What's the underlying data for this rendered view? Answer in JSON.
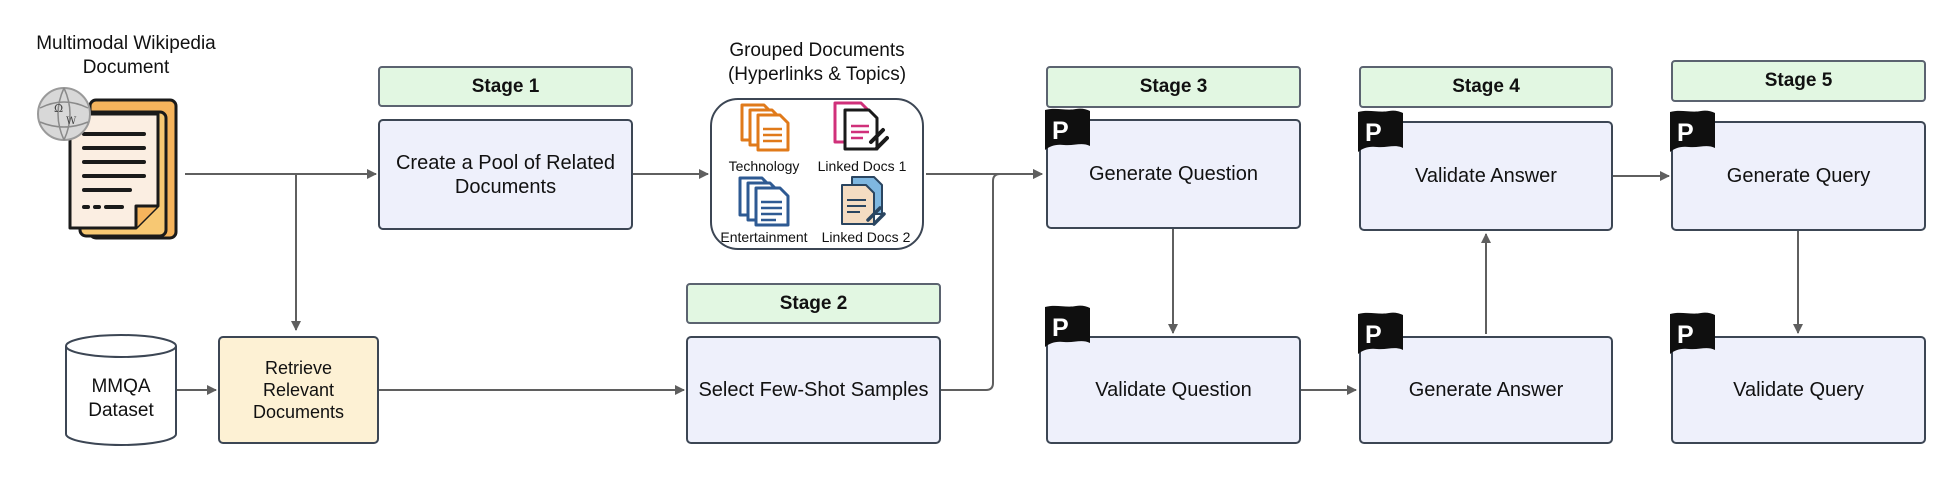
{
  "source_doc": {
    "label": "Multimodal Wikipedia Document"
  },
  "dataset": {
    "label": "MMQA Dataset"
  },
  "retrieve": {
    "label": "Retrieve Relevant Documents"
  },
  "grouped": {
    "title": "Grouped Documents (Hyperlinks & Topics)",
    "items": [
      {
        "label": "Technology",
        "icon": "orange-documents-icon",
        "color": "#e07a1a"
      },
      {
        "label": "Linked Docs 1",
        "icon": "pink-linked-documents-icon",
        "color": "#d0307a"
      },
      {
        "label": "Entertainment",
        "icon": "blue-documents-icon",
        "color": "#2e5a93"
      },
      {
        "label": "Linked Docs 2",
        "icon": "beige-linked-documents-icon",
        "color": "#6aaad6"
      }
    ]
  },
  "stages": [
    {
      "label": "Stage 1",
      "box": "Create a Pool of Related Documents"
    },
    {
      "label": "Stage 2",
      "box": "Select Few-Shot Samples"
    },
    {
      "label": "Stage 3",
      "boxes": [
        "Generate Question",
        "Validate Question"
      ]
    },
    {
      "label": "Stage 4",
      "boxes": [
        "Validate Answer",
        "Generate Answer"
      ]
    },
    {
      "label": "Stage 5",
      "boxes": [
        "Generate Query",
        "Validate Query"
      ]
    }
  ],
  "prompt_flag": {
    "letter": "P",
    "icon": "prompt-flag-icon",
    "color": "#0f0f0f"
  },
  "colors": {
    "stage_fill": "#e2f7e2",
    "process_fill": "#eef0fb",
    "retrieve_fill": "#fdf1d4",
    "stroke": "#3c4654",
    "arrow": "#5f5f5f"
  }
}
